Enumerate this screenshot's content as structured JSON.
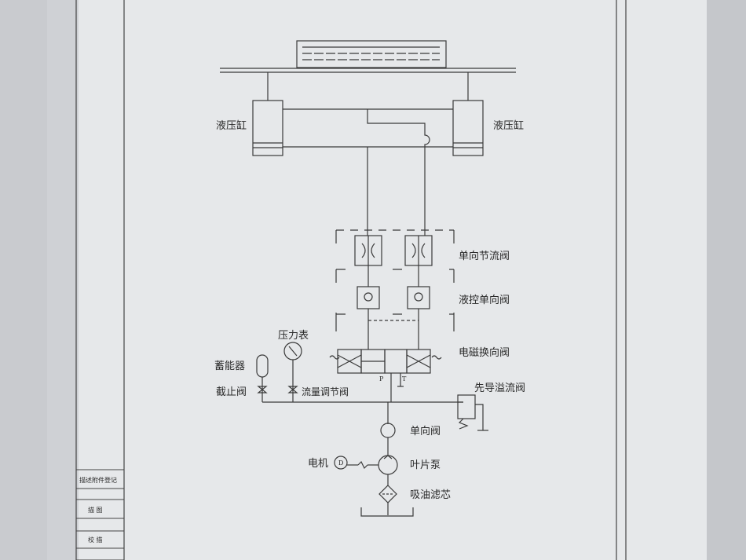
{
  "labels": {
    "cylinder_left": "液压缸",
    "cylinder_right": "液压缸",
    "throttle": "单向节流阀",
    "pilot_check": "液控单向阀",
    "solenoid_valve": "电磁换向阀",
    "pressure_gauge": "压力表",
    "accumulator": "蓄能器",
    "stop_valve": "截止阀",
    "flow_valve": "流量调节阀",
    "relief_valve": "先导溢流阀",
    "check_valve": "单向阀",
    "motor": "电机",
    "motor_symbol": "D",
    "pump": "叶片泵",
    "filter": "吸油滤芯",
    "port_p": "P",
    "port_t": "T"
  },
  "title_block": {
    "row1": "描述附件登记",
    "row2": "描 图",
    "row3": "校 描"
  },
  "colors": {
    "paper": "#e9ebed",
    "line": "#3a3a3a"
  }
}
